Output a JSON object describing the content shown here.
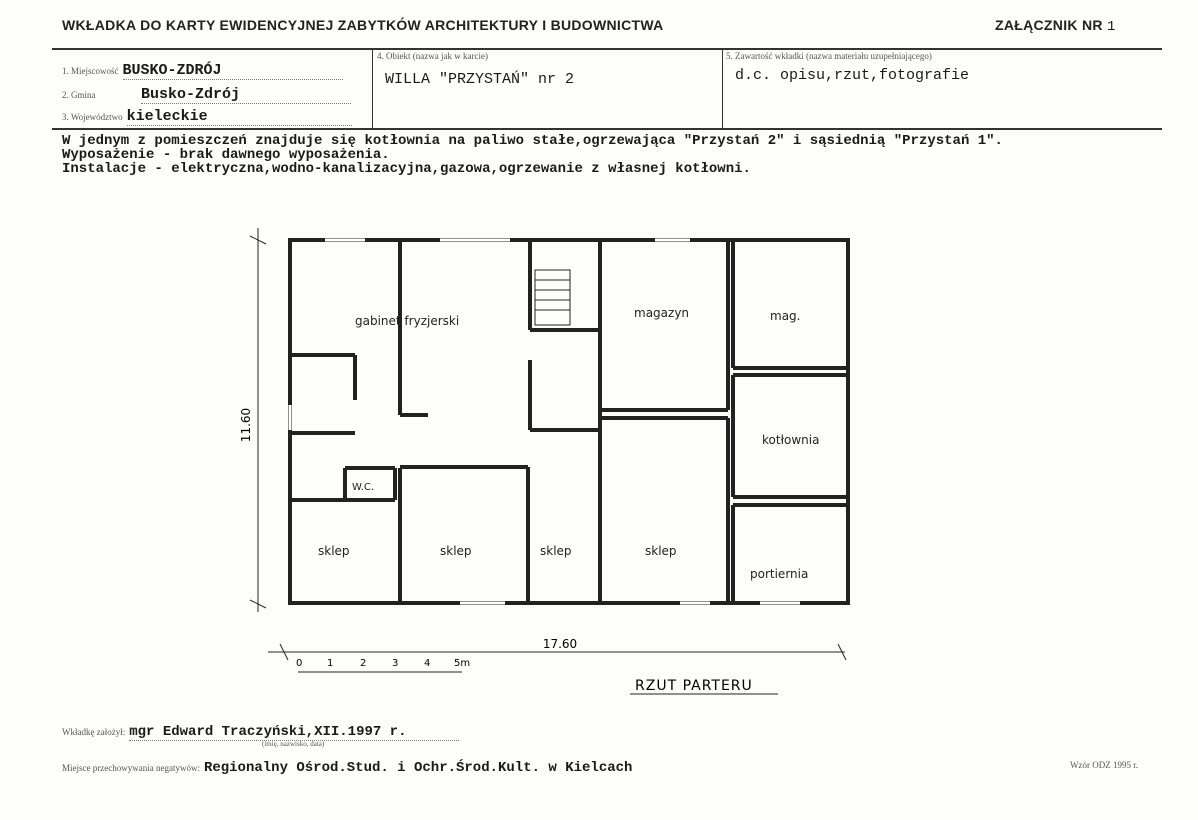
{
  "header": {
    "title": "WKŁADKA DO KARTY EWIDENCYJNEJ ZABYTKÓW ARCHITEKTURY I BUDOWNICTWA",
    "attachment_label": "ZAŁĄCZNIK NR",
    "attachment_number": "1"
  },
  "fields": {
    "miejscowosc_label": "1. Miejscowość",
    "miejscowosc": "BUSKO-ZDRÓJ",
    "gmina_label": "2. Gmina",
    "gmina": "Busko-Zdrój",
    "wojewodztwo_label": "3. Województwo",
    "wojewodztwo": "kieleckie",
    "obiekt_label": "4. Obiekt  (nazwa jak w karcie)",
    "obiekt": "WILLA \"PRZYSTAŃ\" nr 2",
    "zawartosc_label": "5. Zawartość wkładki  (nazwa materiału uzupełniającego)",
    "zawartosc": "d.c. opisu,rzut,fotografie"
  },
  "body_text": [
    "W jednym z pomieszczeń znajduje się kotłownia na paliwo stałe,ogrzewająca \"Przystań 2\" i sąsiednią \"Przystań 1\".",
    "Wyposażenie - brak dawnego wyposażenia.",
    "Instalacje - elektryczna,wodno-kanalizacyjna,gazowa,ogrzewanie z własnej kotłowni."
  ],
  "plan": {
    "rooms": {
      "gabinet": "gabinet fryzjerski",
      "magazyn": "magazyn",
      "mag": "mag.",
      "kotlownia": "kotłownia",
      "wc": "W.C.",
      "sklep1": "sklep",
      "sklep2": "sklep",
      "sklep3": "sklep",
      "sklep4": "sklep",
      "portiernia": "portiernia"
    },
    "dim_height": "11.60",
    "dim_width": "17.60",
    "scale_ticks": [
      "0",
      "1",
      "2",
      "3",
      "4",
      "5m"
    ],
    "caption": "RZUT PARTERU"
  },
  "footer": {
    "zalozyl_label": "Wkładkę założył:",
    "zalozyl": "mgr Edward Traczyński,XII.1997 r.",
    "zalozyl_hint": "(imię, nazwisko, data)",
    "miejsce_label": "Miejsce przechowywania negatywów:",
    "miejsce": "Regionalny Ośrod.Stud. i Ochr.Środ.Kult. w Kielcach",
    "wzor": "Wzór ODZ 1995 r."
  }
}
